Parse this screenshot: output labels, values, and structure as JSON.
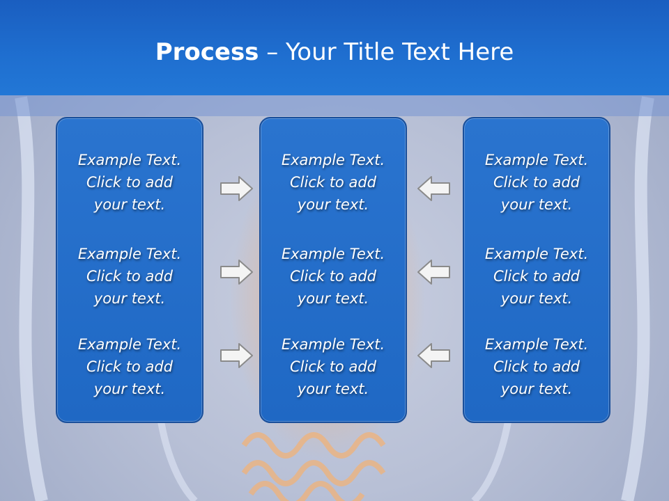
{
  "title": {
    "bold": "Process",
    "rest": " – Your Title Text Here"
  },
  "columns": [
    {
      "items": [
        [
          "Example Text.",
          "Click  to add",
          "your text."
        ],
        [
          "Example Text.",
          "Click  to add",
          "your text."
        ],
        [
          "Example Text.",
          "Click  to add",
          "your text."
        ]
      ]
    },
    {
      "items": [
        [
          "Example Text.",
          "Click  to add",
          "your text."
        ],
        [
          "Example Text.",
          "Click  to add",
          "your text."
        ],
        [
          "Example Text.",
          "Click  to add",
          "your text."
        ]
      ]
    },
    {
      "items": [
        [
          "Example Text.",
          "Click  to add",
          "your text."
        ],
        [
          "Example Text.",
          "Click  to add",
          "your text."
        ],
        [
          "Example Text.",
          "Click  to add",
          "your text."
        ]
      ]
    }
  ],
  "arrows": {
    "left_group": [
      "arrow-right-icon",
      "arrow-right-icon",
      "arrow-right-icon"
    ],
    "right_group": [
      "arrow-left-icon",
      "arrow-left-icon",
      "arrow-left-icon"
    ]
  },
  "colors": {
    "title_bar": "#1f6fd0",
    "box": "#2370cc",
    "text": "#ffffff"
  }
}
